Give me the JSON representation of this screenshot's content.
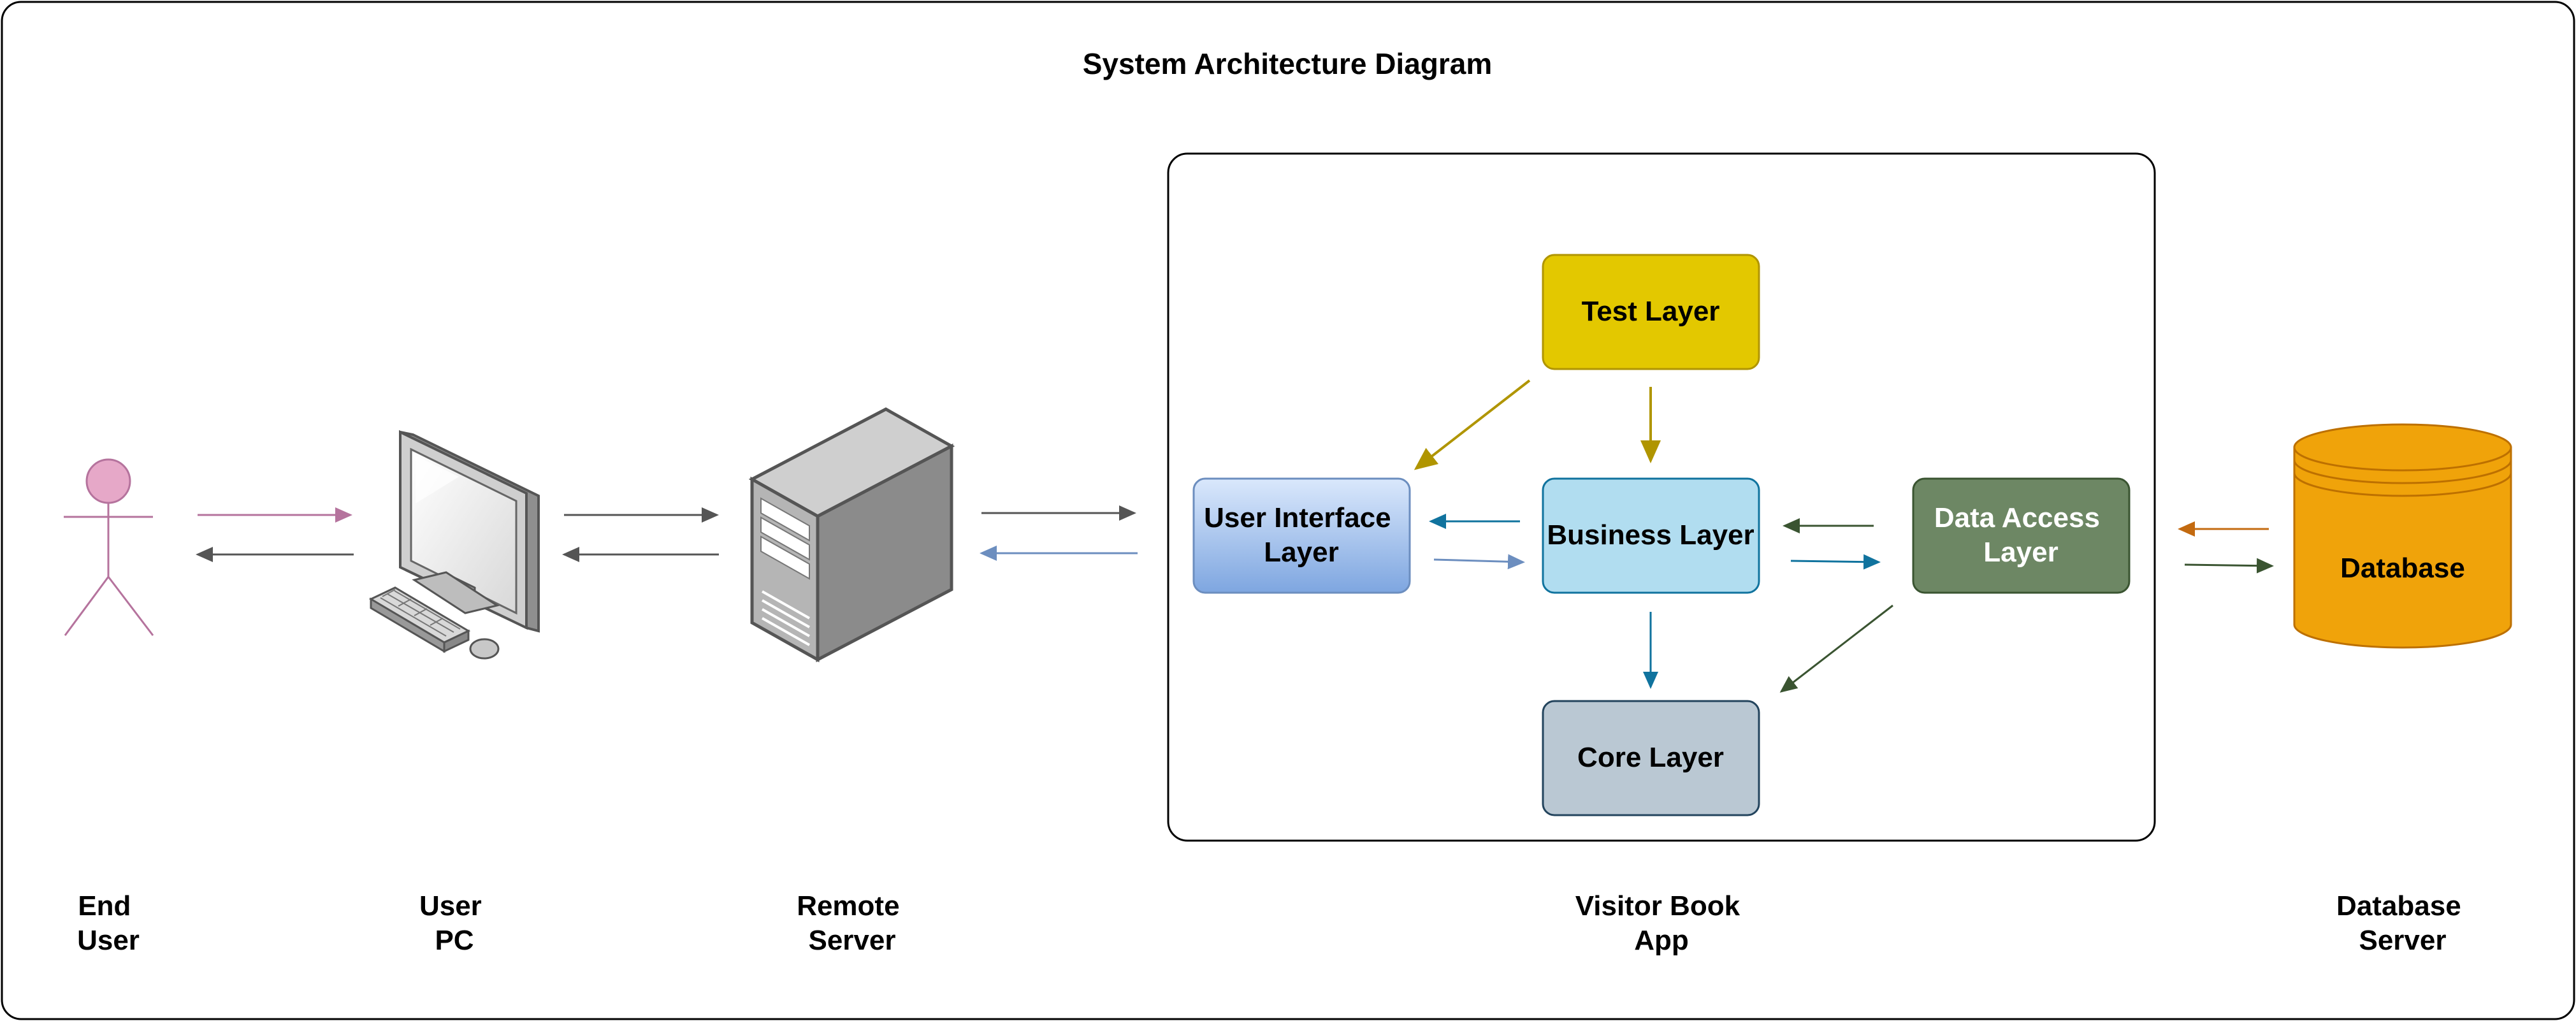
{
  "title": "System Architecture Diagram",
  "actors": [
    {
      "line1": "End",
      "line2": "User"
    },
    {
      "line1": "User",
      "line2": "PC"
    },
    {
      "line1": "Remote",
      "line2": "Server"
    },
    {
      "line1": "Visitor Book",
      "line2": "App"
    },
    {
      "line1": "Database",
      "line2": "Server"
    }
  ],
  "layers": {
    "test": {
      "label": "Test Layer",
      "fill": "#E3C800",
      "stroke": "#B09500",
      "text_color": "#000000"
    },
    "ui": {
      "line1": "User Interface",
      "line2": "Layer",
      "fill_top": "#DAE8FC",
      "fill_bottom": "#7EA6E0",
      "stroke": "#6C8EBF",
      "text_color": "#000000"
    },
    "business": {
      "label": "Business Layer",
      "fill": "#B1DDF0",
      "stroke": "#10739E",
      "text_color": "#000000"
    },
    "data_access": {
      "line1": "Data Access",
      "line2": "Layer",
      "fill": "#6D8764",
      "stroke": "#3A5431",
      "text_color": "#FFFFFF"
    },
    "core": {
      "label": "Core Layer",
      "fill": "#BAC8D3",
      "stroke": "#23445D",
      "text_color": "#000000"
    }
  },
  "database": {
    "label": "Database",
    "fill": "#F0A30A",
    "stroke": "#BD7000"
  },
  "colors": {
    "frame": "#000000",
    "user_arrow": "#B5739D",
    "gray_arrow": "#555555",
    "blue_arrow": "#6C8EBF",
    "test_arrow": "#B09500",
    "business_arrow": "#10739E",
    "data_arrow": "#3A5431",
    "db_arrow": "#C36A10"
  }
}
